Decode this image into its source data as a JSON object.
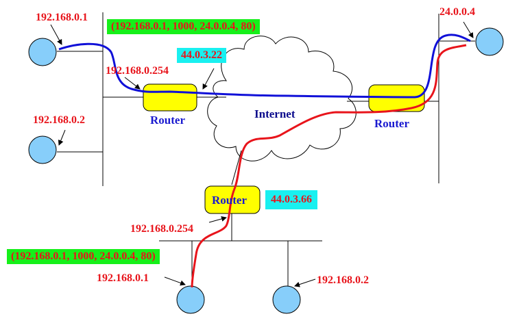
{
  "labels": {
    "top_left_host_ip": "192.168.0.1",
    "top_left_host2_ip": "192.168.0.2",
    "top_left_router_lan_ip": "192.168.0.254",
    "top_left_router_wan_ip": "44.0.3.22",
    "top_left_packet_tuple": "(192.168.0.1, 1000, 24.0.0.4, 80)",
    "top_left_router_label": "Router",
    "internet_label": "Internet",
    "right_router_label": "Router",
    "remote_host_ip": "24.0.0.4",
    "bottom_router_label": "Router",
    "bottom_router_wan_ip": "44.0.3.66",
    "bottom_router_lan_ip": "192.168.0.254",
    "bottom_packet_tuple": "(192.168.0.1, 1000, 24.0.0.4, 80)",
    "bottom_host1_ip": "192.168.0.1",
    "bottom_host2_ip": "192.168.0.2"
  },
  "colors": {
    "host_fill": "#87cefa",
    "router_fill": "#ffff00",
    "blue_path": "#1010d8",
    "red_path": "#e8141b",
    "tuple_box": "#16f01a",
    "wan_ip_box": "#19f0f0"
  }
}
